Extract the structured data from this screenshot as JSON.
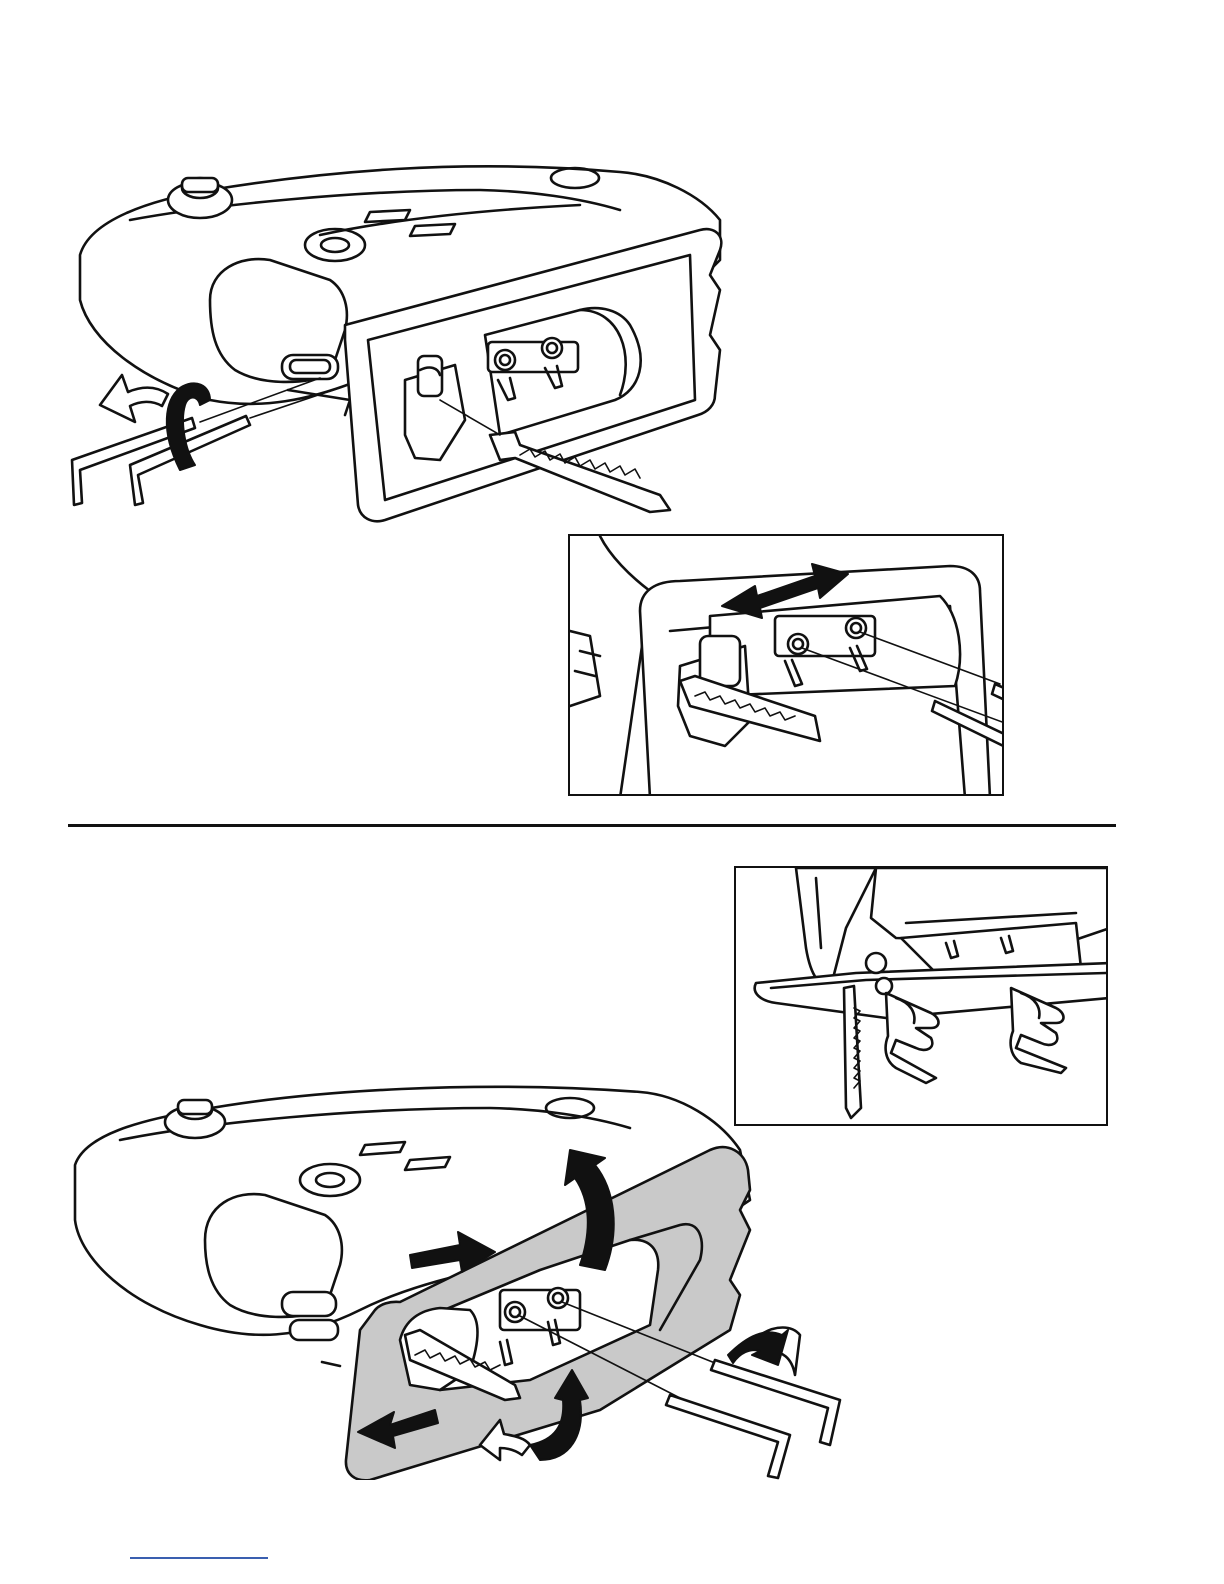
{
  "page": {
    "section_divider": "horizontal-rule",
    "footer_rule_color": "#3a5fb0",
    "line_color": "#111111",
    "shade_color": "#c9c9c9"
  },
  "figures": [
    {
      "id": "blade-installation-overview",
      "icons": [
        "jigsaw-upside-down",
        "hex-key",
        "saw-blade",
        "rotate-arrow"
      ]
    },
    {
      "id": "blade-clamp-inset",
      "icons": [
        "blade-clamp",
        "hex-key",
        "double-arrow",
        "rotate-arrow"
      ]
    },
    {
      "id": "shoe-screws-inset",
      "icons": [
        "hand-tightening",
        "shoe-plate",
        "saw-blade"
      ]
    },
    {
      "id": "shoe-bevel-adjustment",
      "icons": [
        "jigsaw-upside-down",
        "shoe-plate",
        "hex-key",
        "slide-arrows",
        "rotate-arrows"
      ]
    }
  ]
}
